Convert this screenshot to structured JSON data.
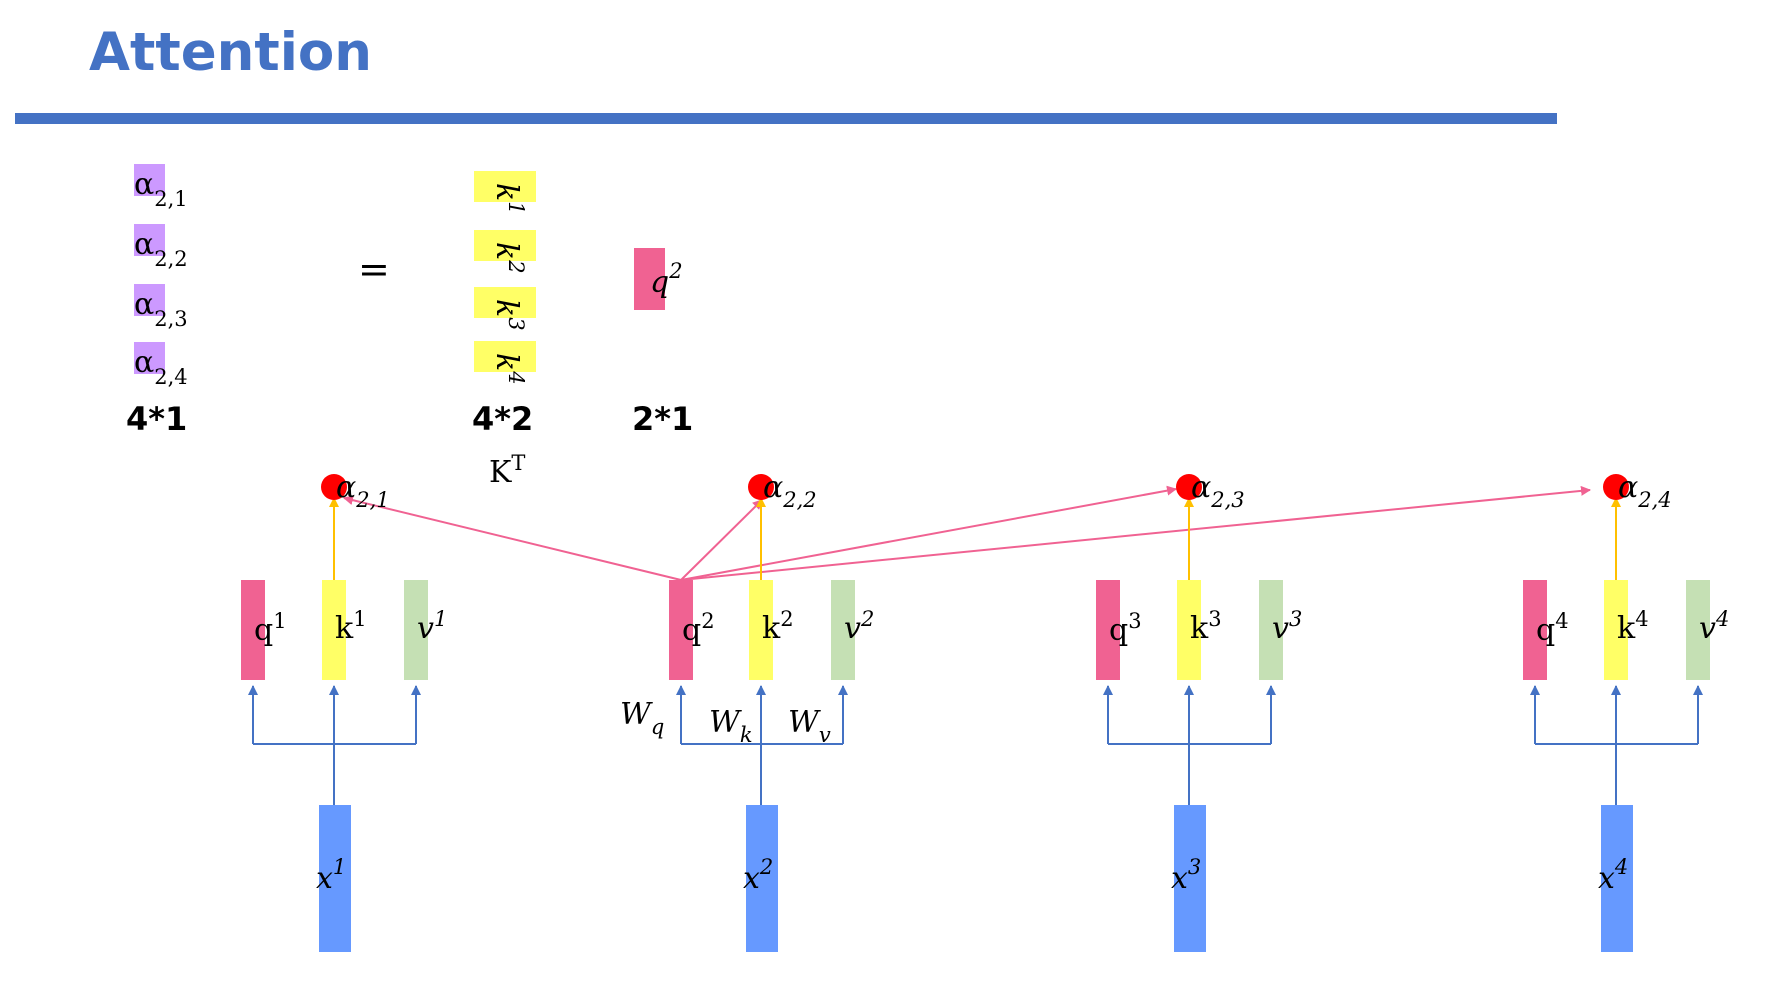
{
  "title": "Attention",
  "colors": {
    "title": "#4472c4",
    "q": "#f06292",
    "k": "#ffff66",
    "v": "#c5e0b4",
    "x": "#6699ff",
    "alpha_box": "#cc99ff",
    "alpha_dot": "#ff0000",
    "arrow_pink": "#f06292",
    "arrow_orange": "#ffc000",
    "arrow_blue": "#4472c4"
  },
  "equation": {
    "alpha": {
      "symbol": "α",
      "subscripts": [
        "2,1",
        "2,2",
        "2,3",
        "2,4"
      ],
      "dim": "4*1"
    },
    "equals": "=",
    "keys": {
      "symbol": "k",
      "superscripts": [
        "1",
        "2",
        "3",
        "4"
      ],
      "dim": "4*2",
      "name": "K",
      "name_sup": "T"
    },
    "query": {
      "symbol": "q",
      "superscript": "2",
      "dim": "2*1"
    }
  },
  "tokens": [
    {
      "x": "x",
      "x_sup": "1",
      "q": "q",
      "q_sup": "1",
      "k": "k",
      "k_sup": "1",
      "v": "v",
      "v_sup": "1",
      "alpha": "α",
      "alpha_sub": "2,1"
    },
    {
      "x": "x",
      "x_sup": "2",
      "q": "q",
      "q_sup": "2",
      "k": "k",
      "k_sup": "2",
      "v": "v",
      "v_sup": "2",
      "alpha": "α",
      "alpha_sub": "2,2"
    },
    {
      "x": "x",
      "x_sup": "3",
      "q": "q",
      "q_sup": "3",
      "k": "k",
      "k_sup": "3",
      "v": "v",
      "v_sup": "3",
      "alpha": "α",
      "alpha_sub": "2,3"
    },
    {
      "x": "x",
      "x_sup": "4",
      "q": "q",
      "q_sup": "4",
      "k": "k",
      "k_sup": "4",
      "v": "v",
      "v_sup": "4",
      "alpha": "α",
      "alpha_sub": "2,4"
    }
  ],
  "weights": {
    "wq": "W",
    "wq_sub": "q",
    "wk": "W",
    "wk_sub": "k",
    "wv": "W",
    "wv_sub": "v"
  }
}
